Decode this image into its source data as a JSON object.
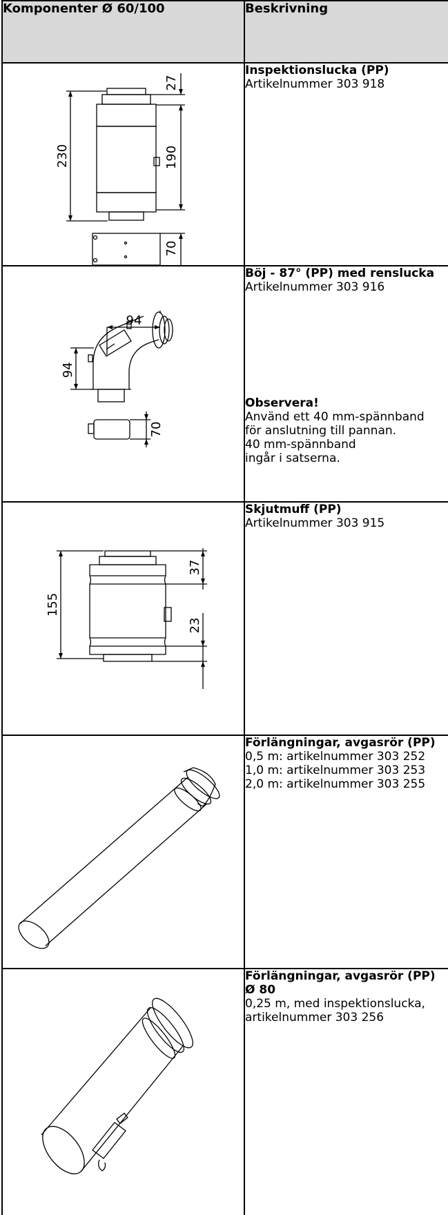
{
  "header": {
    "col1": "Komponenter Ø 60/100",
    "col2": "Beskrivning"
  },
  "rows": [
    {
      "title": "Inspektionslucka (PP)",
      "lines": [
        "Artikelnummer 303 918"
      ],
      "dims": [
        "27",
        "230",
        "190",
        "70"
      ]
    },
    {
      "title": "Böj - 87° (PP) med renslucka",
      "lines": [
        "Artikelnummer 303 916"
      ],
      "note_title": "Observera!",
      "note_lines": [
        "Använd ett 40 mm-spännband",
        "för anslutning till pannan.",
        "40 mm-spännband",
        "ingår i satserna."
      ],
      "dims": [
        "94",
        "94",
        "70"
      ]
    },
    {
      "title": "Skjutmuff (PP)",
      "lines": [
        "Artikelnummer 303 915"
      ],
      "dims": [
        "155",
        "37",
        "23"
      ]
    },
    {
      "title": "Förlängningar, avgasrör (PP)",
      "lines": [
        "0,5 m: artikelnummer 303 252",
        "1,0 m: artikelnummer 303 253",
        "2,0 m: artikelnummer 303 255"
      ]
    },
    {
      "title": "Förlängningar, avgasrör (PP)",
      "title2": "Ø 80",
      "lines": [
        "0,25 m, med inspektionslucka,",
        "artikelnummer 303 256"
      ]
    }
  ]
}
